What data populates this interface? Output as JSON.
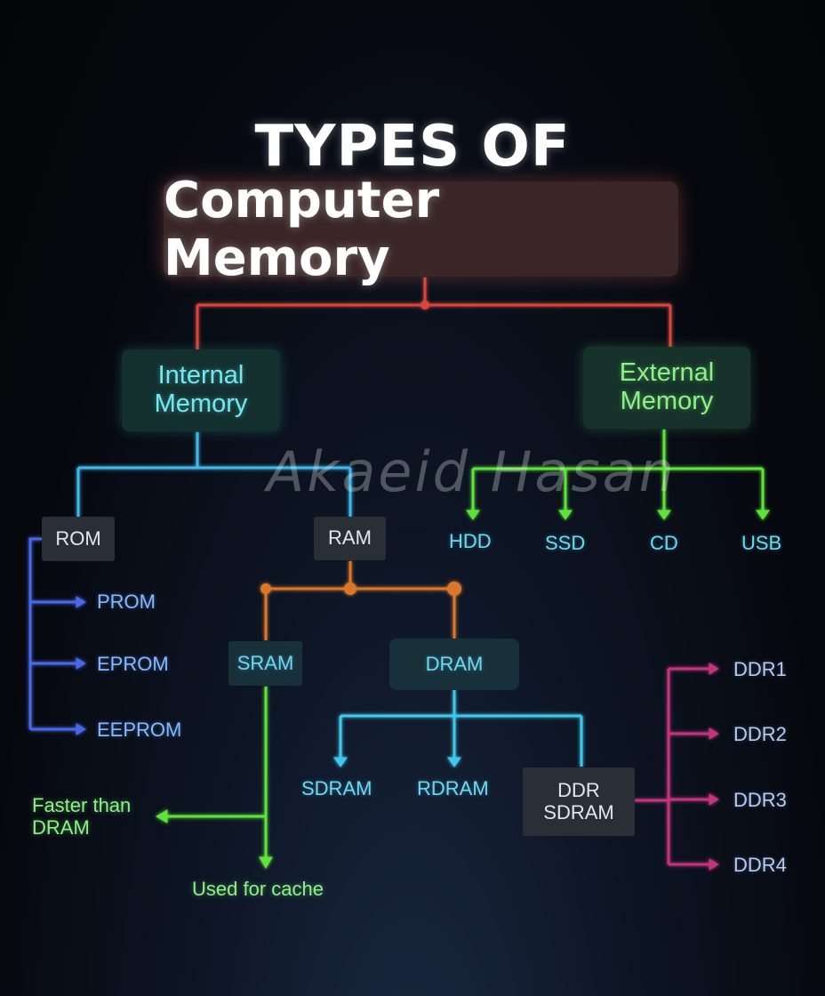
{
  "title": {
    "line1": "TYPES OF",
    "line2": "Computer Memory"
  },
  "internal": {
    "label": "Internal Memory",
    "rom": {
      "label": "ROM",
      "children": [
        "PROM",
        "EPROM",
        "EEPROM"
      ]
    },
    "ram": {
      "label": "RAM",
      "sram": {
        "label": "SRAM",
        "notes": [
          "Faster than DRAM",
          "Used for cache"
        ]
      },
      "dram": {
        "label": "DRAM",
        "children": [
          "SDRAM",
          "RDRAM",
          "DDR SDRAM"
        ],
        "ddr_versions": [
          "DDR1",
          "DDR2",
          "DDR3",
          "DDR4"
        ]
      }
    }
  },
  "external": {
    "label": "External Memory",
    "children": [
      "HDD",
      "SSD",
      "CD",
      "USB"
    ]
  },
  "watermark": "Akaeid Hasan",
  "colors": {
    "title_branch": "#d8453a",
    "internal_branch": "#3fb8e8",
    "external_branch": "#5fe33a",
    "rom_branch": "#4a68e8",
    "ram_branch": "#d9782a",
    "dram_branch": "#3fc8ea",
    "ddr_branch": "#c2357e",
    "sram_branch": "#5fe33a"
  }
}
